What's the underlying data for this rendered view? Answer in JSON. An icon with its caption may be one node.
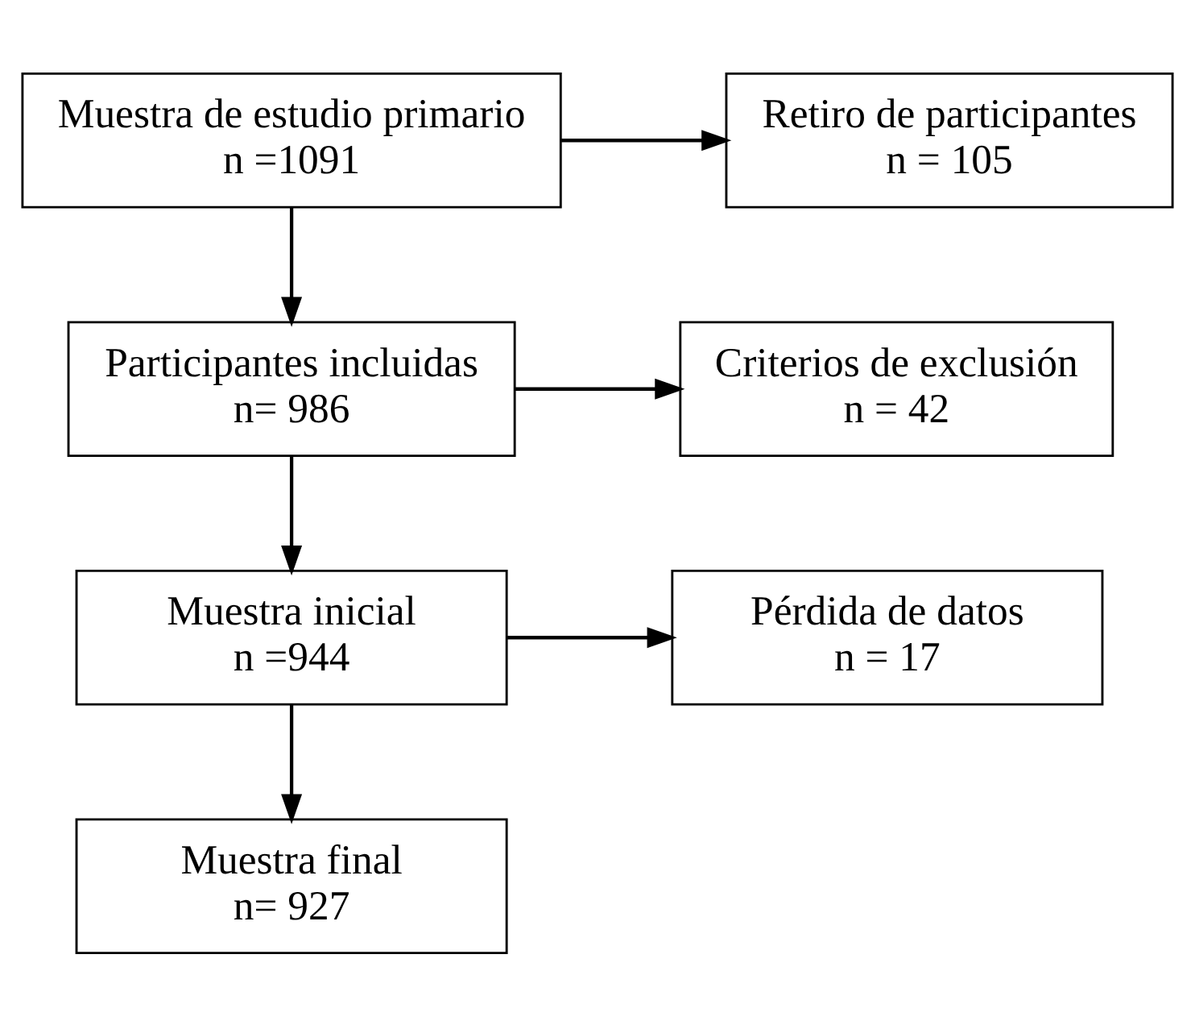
{
  "diagram": {
    "nodes": [
      {
        "text": [
          "Muestra de estudio primario",
          "n =1091"
        ]
      },
      {
        "text": [
          "Retiro de participantes",
          "n = 105"
        ]
      },
      {
        "text": [
          "Participantes incluidas",
          "n= 986"
        ]
      },
      {
        "text": [
          "Criterios de exclusión",
          "n = 42"
        ]
      },
      {
        "text": [
          "Muestra inicial",
          "n =944"
        ]
      },
      {
        "text": [
          "Pérdida de datos",
          "n = 17"
        ]
      },
      {
        "text": [
          "Muestra final",
          "n= 927"
        ]
      }
    ],
    "edges": [
      {
        "from": 0,
        "to": 1,
        "arrow": "to"
      },
      {
        "from": 0,
        "to": 2,
        "arrow": "to"
      },
      {
        "from": 2,
        "to": 3,
        "arrow": "to"
      },
      {
        "from": 2,
        "to": 4,
        "arrow": "to"
      },
      {
        "from": 4,
        "to": 5,
        "arrow": "to"
      },
      {
        "from": 4,
        "to": 6,
        "arrow": "to"
      }
    ]
  }
}
